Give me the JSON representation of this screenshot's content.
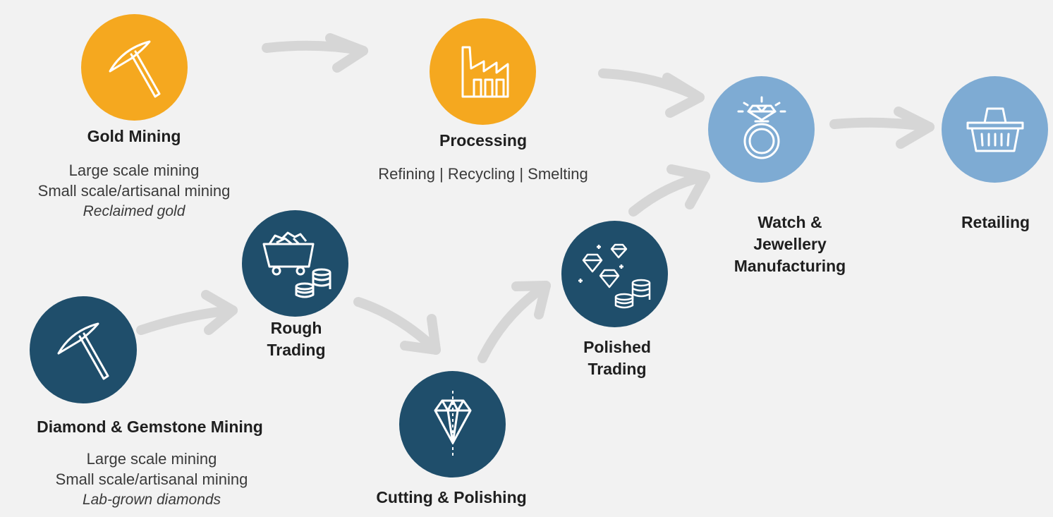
{
  "colors": {
    "gold": "#f5a81f",
    "diamond": "#1f4e6b",
    "manufacturing": "#7eabd3",
    "arrow": "#d6d6d6",
    "background": "#f2f2f2"
  },
  "nodes": {
    "gold_mining": {
      "label": "Gold Mining",
      "icon": "pickaxe-icon",
      "details": [
        "Large scale mining",
        "Small scale/artisanal mining"
      ],
      "details_italic": "Reclaimed gold"
    },
    "processing": {
      "label": "Processing",
      "icon": "factory-icon",
      "details": "Refining | Recycling | Smelting"
    },
    "watch_jewellery": {
      "label_lines": [
        "Watch &",
        "Jewellery",
        "Manufacturing"
      ],
      "icon": "diamond-ring-icon"
    },
    "retailing": {
      "label": "Retailing",
      "icon": "shopping-basket-icon"
    },
    "diamond_mining": {
      "label": "Diamond & Gemstone Mining",
      "icon": "pickaxe-icon",
      "details": [
        "Large scale mining",
        "Small scale/artisanal mining"
      ],
      "details_italic": "Lab-grown diamonds"
    },
    "rough_trading": {
      "label_lines": [
        "Rough",
        "Trading"
      ],
      "icon": "mine-cart-coins-icon"
    },
    "cutting_polishing": {
      "label": "Cutting & Polishing",
      "icon": "cut-diamond-icon"
    },
    "polished_trading": {
      "label_lines": [
        "Polished",
        "Trading"
      ],
      "icon": "gems-coins-icon"
    }
  }
}
